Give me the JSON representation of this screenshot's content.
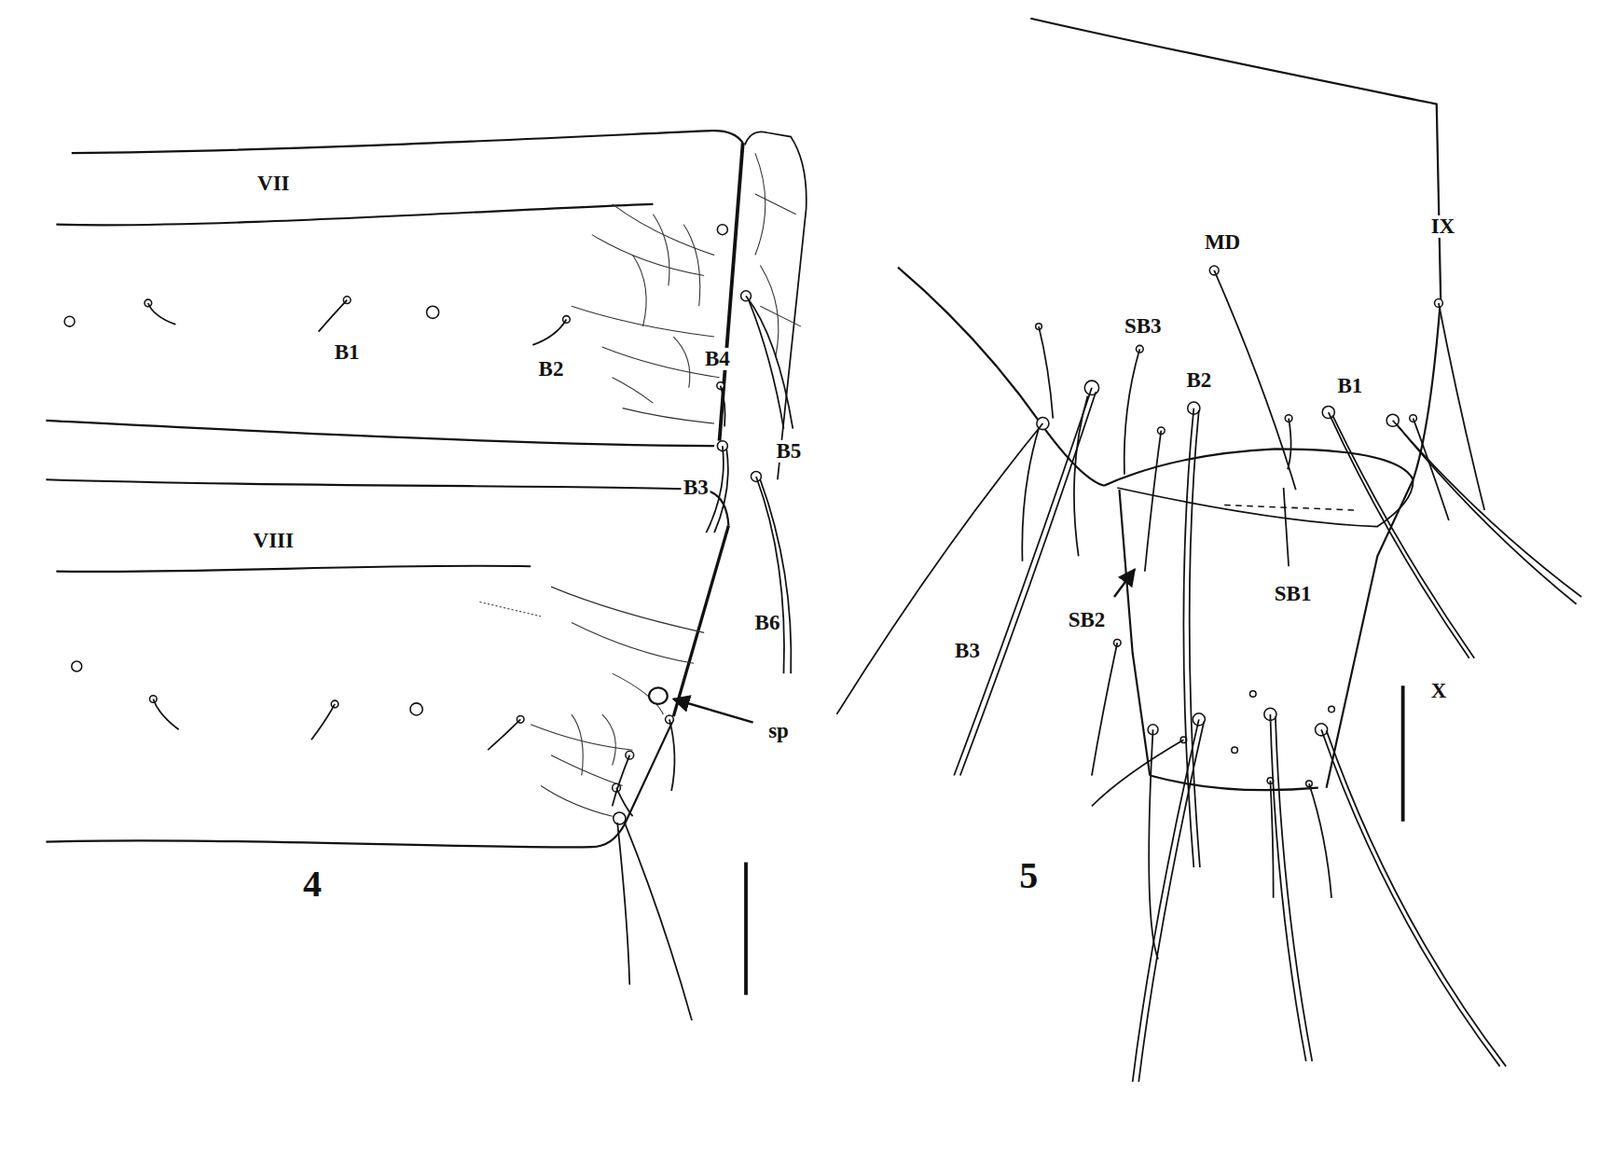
{
  "diagram": {
    "labels": [
      "VII",
      "B1",
      "B2",
      "B4",
      "B5",
      "B3",
      "VIII",
      "B6",
      "sp",
      "4",
      "MD",
      "IX",
      "SB3",
      "B2",
      "B1",
      "B3",
      "SB2",
      "SB1",
      "X",
      "5"
    ]
  }
}
